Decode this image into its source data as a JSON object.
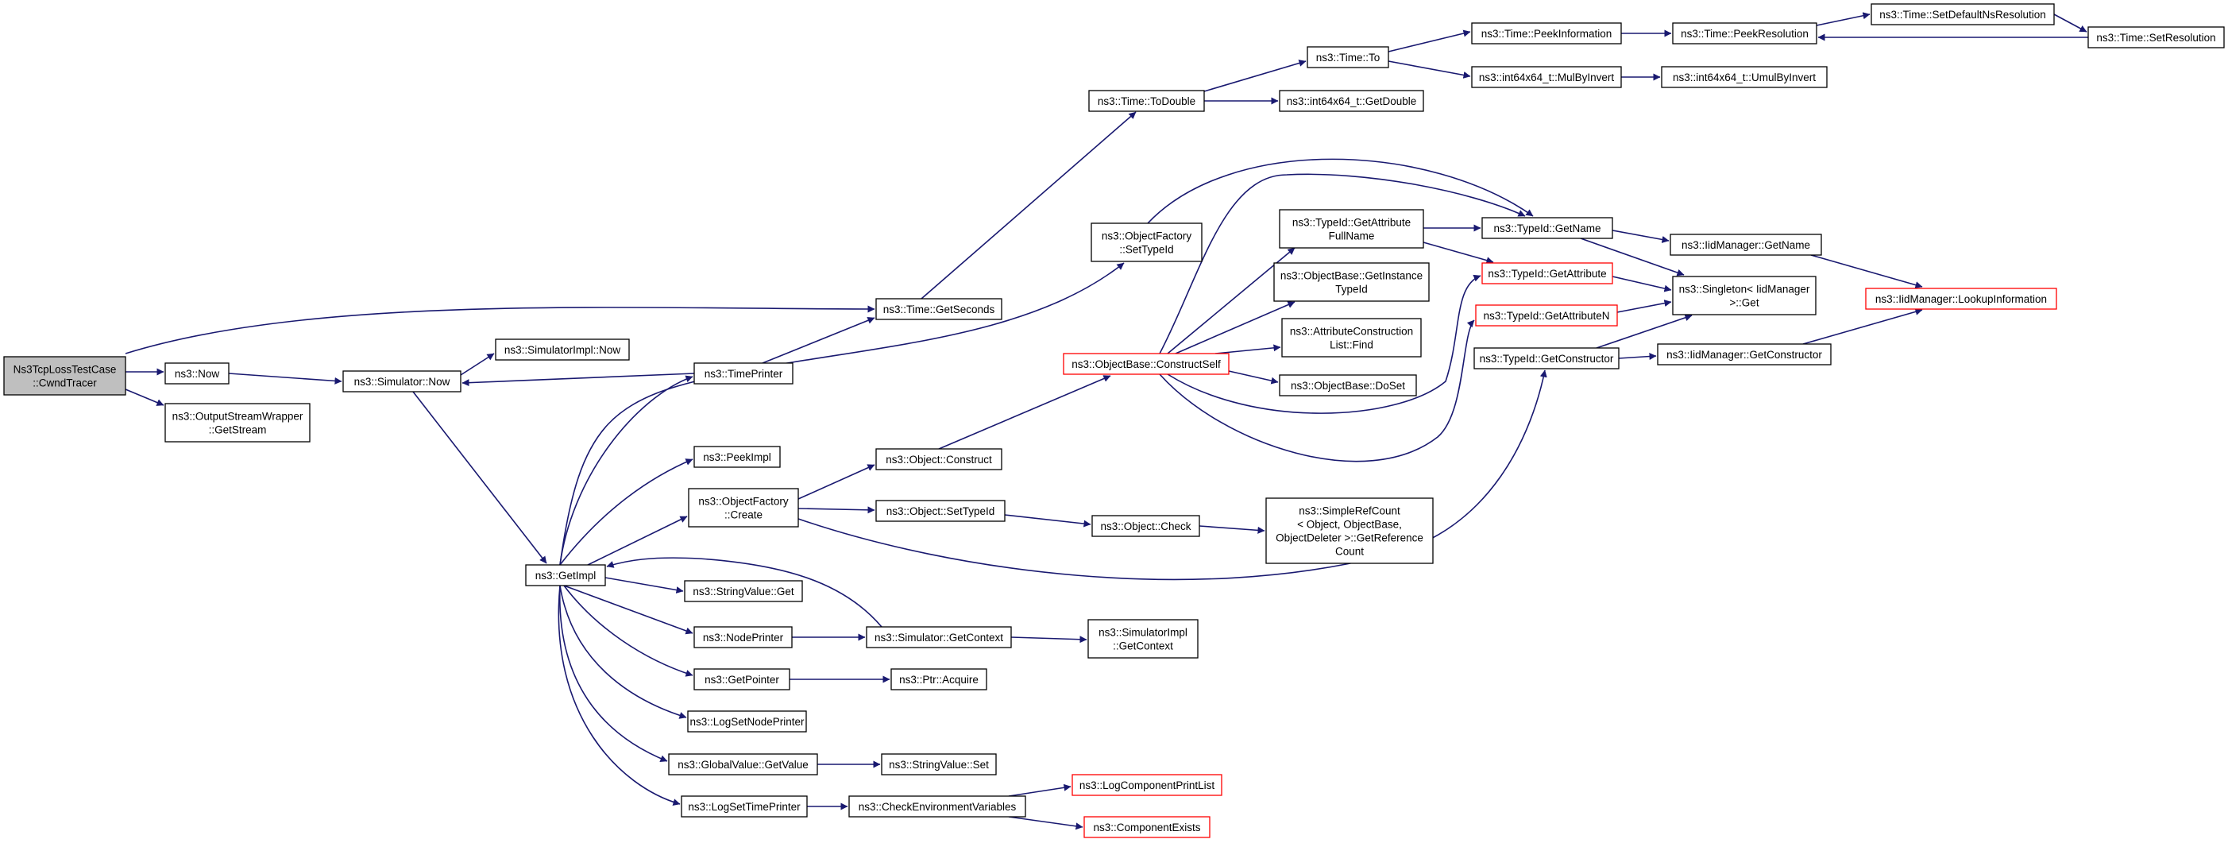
{
  "graph": {
    "colors": {
      "edge": "#191970",
      "node_border": "#000000",
      "highlight_border": "#ff0000",
      "root_fill": "#bfbfbf",
      "node_fill": "#ffffff"
    },
    "nodes": [
      {
        "id": "cwnd_tracer",
        "lines": [
          "Ns3TcpLossTestCase",
          "::CwndTracer"
        ],
        "style": "root"
      },
      {
        "id": "now",
        "lines": [
          "ns3::Now"
        ]
      },
      {
        "id": "osw_getstream",
        "lines": [
          "ns3::OutputStreamWrapper",
          "::GetStream"
        ]
      },
      {
        "id": "sim_now",
        "lines": [
          "ns3::Simulator::Now"
        ]
      },
      {
        "id": "simimpl_now",
        "lines": [
          "ns3::SimulatorImpl::Now"
        ]
      },
      {
        "id": "time_printer",
        "lines": [
          "ns3::TimePrinter"
        ]
      },
      {
        "id": "get_seconds",
        "lines": [
          "ns3::Time::GetSeconds"
        ]
      },
      {
        "id": "to_double",
        "lines": [
          "ns3::Time::ToDouble"
        ]
      },
      {
        "id": "time_to",
        "lines": [
          "ns3::Time::To"
        ]
      },
      {
        "id": "int64_getdouble",
        "lines": [
          "ns3::int64x64_t::GetDouble"
        ]
      },
      {
        "id": "peek_info",
        "lines": [
          "ns3::Time::PeekInformation"
        ]
      },
      {
        "id": "mulbyinvert",
        "lines": [
          "ns3::int64x64_t::MulByInvert"
        ]
      },
      {
        "id": "peek_res",
        "lines": [
          "ns3::Time::PeekResolution"
        ]
      },
      {
        "id": "umulbyinvert",
        "lines": [
          "ns3::int64x64_t::UmulByInvert"
        ]
      },
      {
        "id": "set_default_ns",
        "lines": [
          "ns3::Time::SetDefaultNsResolution"
        ]
      },
      {
        "id": "set_res",
        "lines": [
          "ns3::Time::SetResolution"
        ]
      },
      {
        "id": "getimpl",
        "lines": [
          "ns3::GetImpl"
        ]
      },
      {
        "id": "peekimpl",
        "lines": [
          "ns3::PeekImpl"
        ]
      },
      {
        "id": "of_create",
        "lines": [
          "ns3::ObjectFactory",
          "::Create"
        ]
      },
      {
        "id": "of_settypeid",
        "lines": [
          "ns3::ObjectFactory",
          "::SetTypeId"
        ]
      },
      {
        "id": "obj_construct",
        "lines": [
          "ns3::Object::Construct"
        ]
      },
      {
        "id": "obj_settypeid",
        "lines": [
          "ns3::Object::SetTypeId"
        ]
      },
      {
        "id": "obj_check",
        "lines": [
          "ns3::Object::Check"
        ]
      },
      {
        "id": "simple_refcount",
        "lines": [
          "ns3::SimpleRefCount",
          "< Object, ObjectBase,",
          "ObjectDeleter >::GetReference",
          "Count"
        ]
      },
      {
        "id": "ob_constructself",
        "lines": [
          "ns3::ObjectBase::ConstructSelf"
        ],
        "style": "highlight"
      },
      {
        "id": "typeid_getattrfullname",
        "lines": [
          "ns3::TypeId::GetAttribute",
          "FullName"
        ]
      },
      {
        "id": "ob_getinstancetypeid",
        "lines": [
          "ns3::ObjectBase::GetInstance",
          "TypeId"
        ]
      },
      {
        "id": "acl_find",
        "lines": [
          "ns3::AttributeConstruction",
          "List::Find"
        ]
      },
      {
        "id": "ob_doset",
        "lines": [
          "ns3::ObjectBase::DoSet"
        ]
      },
      {
        "id": "typeid_getname",
        "lines": [
          "ns3::TypeId::GetName"
        ]
      },
      {
        "id": "typeid_getattribute",
        "lines": [
          "ns3::TypeId::GetAttribute"
        ],
        "style": "highlight"
      },
      {
        "id": "typeid_getattributen",
        "lines": [
          "ns3::TypeId::GetAttributeN"
        ],
        "style": "highlight"
      },
      {
        "id": "typeid_getconstructor",
        "lines": [
          "ns3::TypeId::GetConstructor"
        ]
      },
      {
        "id": "iid_getname",
        "lines": [
          "ns3::IidManager::GetName"
        ]
      },
      {
        "id": "singleton_get",
        "lines": [
          "ns3::Singleton< IidManager",
          ">::Get"
        ]
      },
      {
        "id": "iid_getconstructor",
        "lines": [
          "ns3::IidManager::GetConstructor"
        ]
      },
      {
        "id": "iid_lookup",
        "lines": [
          "ns3::IidManager::LookupInformation"
        ],
        "style": "highlight"
      },
      {
        "id": "stringvalue_get",
        "lines": [
          "ns3::StringValue::Get"
        ]
      },
      {
        "id": "node_printer",
        "lines": [
          "ns3::NodePrinter"
        ]
      },
      {
        "id": "sim_getcontext",
        "lines": [
          "ns3::Simulator::GetContext"
        ]
      },
      {
        "id": "simimpl_getcontext",
        "lines": [
          "ns3::SimulatorImpl",
          "::GetContext"
        ]
      },
      {
        "id": "getpointer",
        "lines": [
          "ns3::GetPointer"
        ]
      },
      {
        "id": "ptr_acquire",
        "lines": [
          "ns3::Ptr::Acquire"
        ]
      },
      {
        "id": "logsetnodeprinter",
        "lines": [
          "ns3::LogSetNodePrinter"
        ]
      },
      {
        "id": "gv_getvalue",
        "lines": [
          "ns3::GlobalValue::GetValue"
        ]
      },
      {
        "id": "stringvalue_set",
        "lines": [
          "ns3::StringValue::Set"
        ]
      },
      {
        "id": "logsettimeprinter",
        "lines": [
          "ns3::LogSetTimePrinter"
        ]
      },
      {
        "id": "check_env",
        "lines": [
          "ns3::CheckEnvironmentVariables"
        ]
      },
      {
        "id": "logcompprintlist",
        "lines": [
          "ns3::LogComponentPrintList"
        ],
        "style": "highlight"
      },
      {
        "id": "compexists",
        "lines": [
          "ns3::ComponentExists"
        ],
        "style": "highlight"
      }
    ]
  }
}
